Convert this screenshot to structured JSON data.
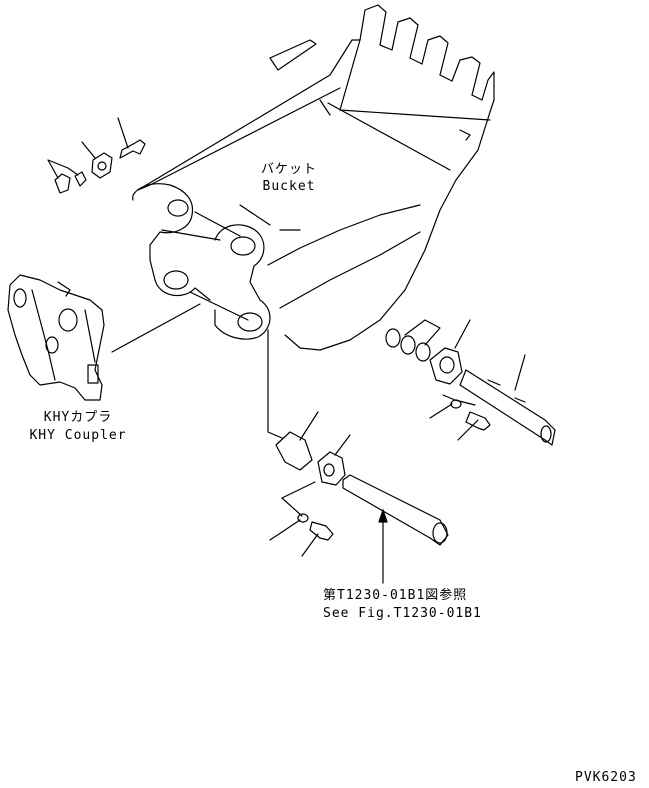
{
  "labels": {
    "bucket_jp": "バケット",
    "bucket_en": "Bucket",
    "coupler_jp": "KHYカプラ",
    "coupler_en": "KHY Coupler",
    "ref_jp": "第T1230-01B1図参照",
    "ref_en": "See Fig.T1230-01B1",
    "figure_code": "PVK6203"
  },
  "colors": {
    "line": "#000000",
    "background": "#ffffff"
  }
}
